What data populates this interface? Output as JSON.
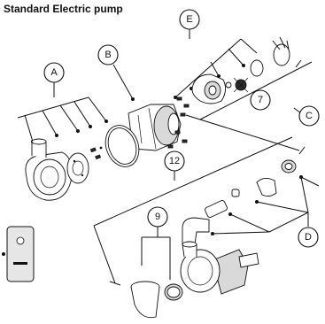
{
  "title": "Standard Electric pump",
  "callouts": {
    "A": "A",
    "B": "B",
    "C": "C",
    "D": "D",
    "E": "E",
    "n7": "7",
    "n9": "9",
    "n12": "12"
  },
  "colors": {
    "line": "#111111",
    "part_fill": "#ffffff",
    "part_shade": "#d9d9d9"
  }
}
